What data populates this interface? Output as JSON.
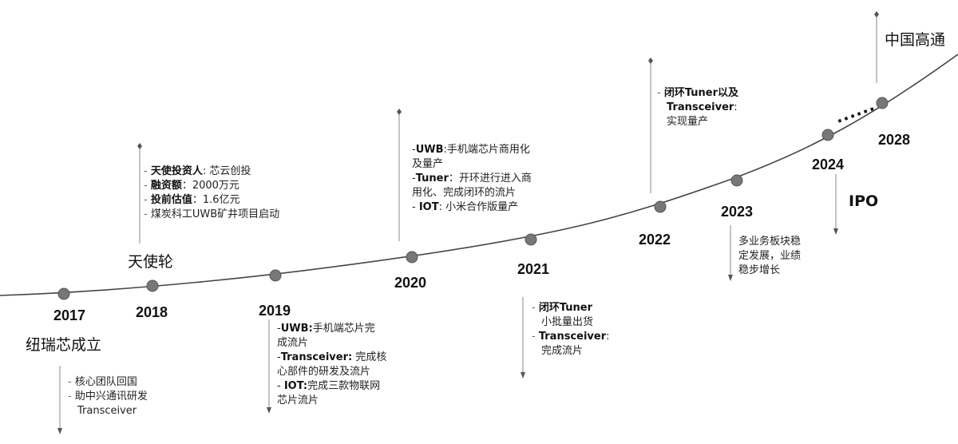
{
  "years": [
    "2017",
    "2018",
    "2019",
    "2020",
    "2021",
    "2022",
    "2023",
    "2024",
    "2028"
  ],
  "milestones": {
    "founded": "纽瑞芯成立",
    "angel": "天使轮",
    "ipo": "IPO",
    "china_qualcomm": "中国高通"
  },
  "ellipsis": "......",
  "notes": {
    "y2017": [
      {
        "dash": "- ",
        "text": "核心团队回国"
      },
      {
        "dash": "- ",
        "text": "助中兴通讯研发"
      },
      {
        "dash": "",
        "text": "Transceiver"
      }
    ],
    "y2018": [
      {
        "dash": "- ",
        "k": "天使投资人",
        "v": ": 芯云创投"
      },
      {
        "dash": "- ",
        "k": "融资额",
        "v": "：2000万元"
      },
      {
        "dash": "- ",
        "k": "投前估值",
        "v": "：1.6亿元"
      },
      {
        "dash": "- ",
        "k": "",
        "v": "煤炭科工UWB矿井项目启动"
      }
    ],
    "y2019": [
      {
        "dash": "-",
        "k": "UWB:",
        "v": "手机端芯片完"
      },
      {
        "dash": "",
        "k": "",
        "v": "成流片"
      },
      {
        "dash": "-",
        "k": "Transceiver:",
        "v": " 完成核"
      },
      {
        "dash": "",
        "k": "",
        "v": "心部件的研发及流片"
      },
      {
        "dash": "- ",
        "k": "IOT:",
        "v": "完成三款物联网"
      },
      {
        "dash": "",
        "k": "",
        "v": "芯片流片"
      }
    ],
    "y2020": [
      {
        "dash": "-",
        "k": "UWB",
        "v": ":手机端芯片商用化"
      },
      {
        "dash": "",
        "k": "",
        "v": "及量产"
      },
      {
        "dash": "-",
        "k": "Tuner",
        "v": "：开环进行进入商"
      },
      {
        "dash": "",
        "k": "",
        "v": "用化、完成闭环的流片"
      },
      {
        "dash": "- ",
        "k": "IOT",
        "v": ": 小米合作版量产"
      }
    ],
    "y2021": [
      {
        "dash": "- ",
        "k": "闭环Tuner",
        "v": ""
      },
      {
        "dash": "",
        "k": "",
        "v": "小批量出货"
      },
      {
        "dash": "- ",
        "k": "Transceiver",
        "v": ":"
      },
      {
        "dash": "",
        "k": "",
        "v": "完成流片"
      }
    ],
    "y2022": [
      {
        "dash": "- ",
        "k": "闭环Tuner以及",
        "v": ""
      },
      {
        "dash": "",
        "k": "Transceiver",
        "v": ":"
      },
      {
        "dash": "",
        "k": "",
        "v": "实现量产"
      }
    ],
    "y2023": [
      {
        "dash": "",
        "k": "",
        "v": "多业务板块稳"
      },
      {
        "dash": "",
        "k": "",
        "v": "定发展，业绩"
      },
      {
        "dash": "",
        "k": "",
        "v": "稳步增长"
      }
    ]
  }
}
